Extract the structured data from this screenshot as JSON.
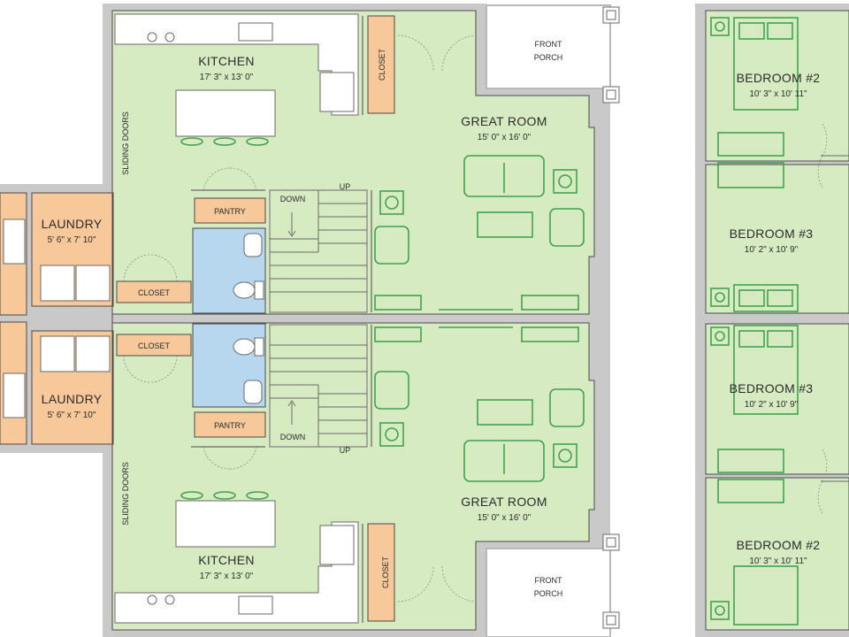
{
  "colors": {
    "floor": "#d6ebc1",
    "laundry": "#f6c89a",
    "bath": "#b7d7ef",
    "wall": "#c9c9c9",
    "furniture": "#3fa34d"
  },
  "upper_unit": {
    "kitchen": {
      "name": "KITCHEN",
      "dims": "17' 3\" x 13' 0\""
    },
    "great_room": {
      "name": "GREAT ROOM",
      "dims": "15' 0\" x 16' 0\""
    },
    "laundry": {
      "name": "LAUNDRY",
      "dims": "5' 6\" x 7' 10\""
    },
    "closet_a": "CLOSET",
    "closet_b": "CLOSET",
    "pantry": "PANTRY",
    "stairs_down": "DOWN",
    "stairs_up": "UP",
    "sliding_doors": "SLIDING DOORS",
    "porch": [
      "FRONT",
      "PORCH"
    ]
  },
  "lower_unit": {
    "kitchen": {
      "name": "KITCHEN",
      "dims": "17' 3\" x 13' 0\""
    },
    "great_room": {
      "name": "GREAT ROOM",
      "dims": "15' 0\" x 16' 0\""
    },
    "laundry": {
      "name": "LAUNDRY",
      "dims": "5' 6\" x 7' 10\""
    },
    "closet_a": "CLOSET",
    "closet_b": "CLOSET",
    "pantry": "PANTRY",
    "stairs_down": "DOWN",
    "stairs_up": "UP",
    "sliding_doors": "SLIDING DOORS",
    "porch": [
      "FRONT",
      "PORCH"
    ]
  },
  "bedrooms": [
    {
      "name": "BEDROOM #2",
      "dims": "10' 3\" x 10' 11\""
    },
    {
      "name": "BEDROOM #3",
      "dims": "10' 2\" x 10' 9\""
    },
    {
      "name": "BEDROOM #3",
      "dims": "10' 2\" x 10' 9\""
    },
    {
      "name": "BEDROOM #2",
      "dims": "10' 3\" x 10' 11\""
    }
  ]
}
